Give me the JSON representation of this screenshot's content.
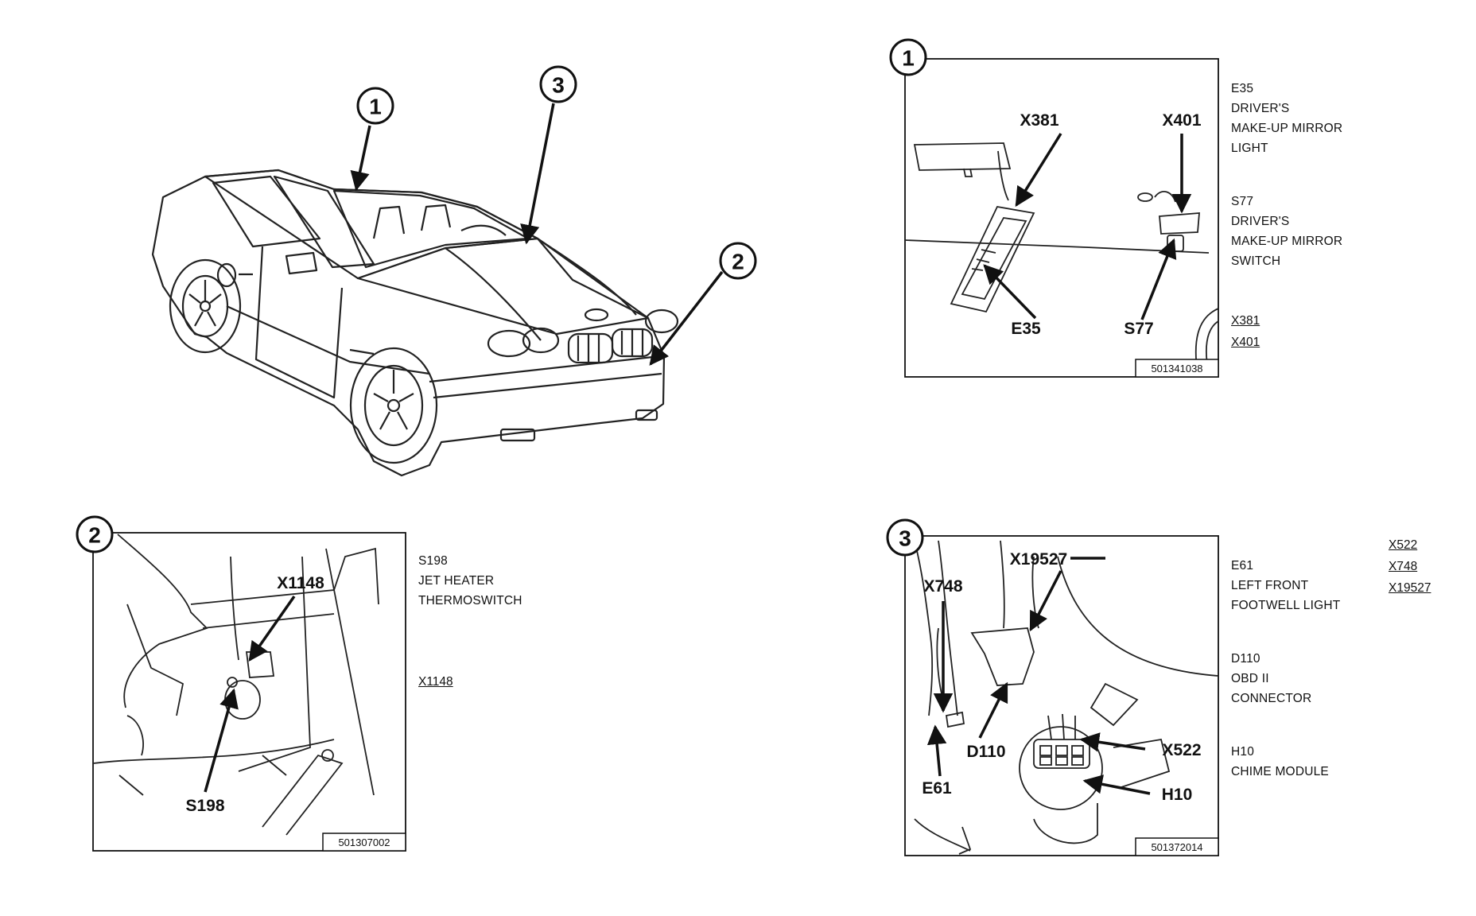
{
  "overview": {
    "callouts": [
      "1",
      "3",
      "2"
    ]
  },
  "panel1": {
    "number": "1",
    "labels": {
      "x381": "X381",
      "x401": "X401",
      "e35": "E35",
      "s77": "S77"
    },
    "ref_id": "501341038",
    "descriptions": [
      "E35\nDRIVER'S\nMAKE-UP MIRROR\nLIGHT",
      "S77\nDRIVER'S\nMAKE-UP MIRROR\nSWITCH"
    ],
    "codes": [
      "X381",
      "X401"
    ]
  },
  "panel2": {
    "number": "2",
    "labels": {
      "x1148": "X1148",
      "s198": "S198"
    },
    "ref_id": "501307002",
    "descriptions": [
      "S198\nJET HEATER\nTHERMOSWITCH"
    ],
    "codes": [
      "X1148"
    ]
  },
  "panel3": {
    "number": "3",
    "labels": {
      "x748": "X748",
      "x19527": "X19527",
      "d110": "D110",
      "x522": "X522",
      "e61": "E61",
      "h10": "H10"
    },
    "ref_id": "501372014",
    "descriptions": [
      "E61\nLEFT FRONT\nFOOTWELL LIGHT",
      "D110\nOBD II\nCONNECTOR",
      "H10\nCHIME MODULE"
    ],
    "codes": [
      "X522",
      "X748",
      "X19527"
    ]
  }
}
